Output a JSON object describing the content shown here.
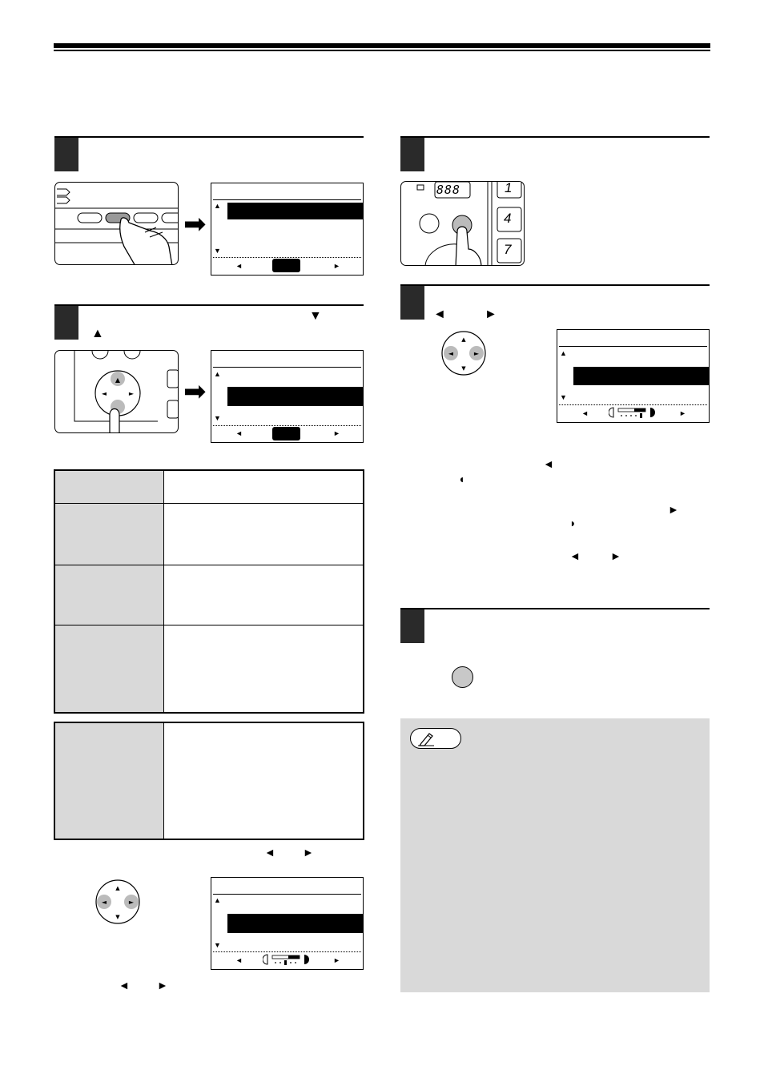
{
  "page": {
    "accent_fill": "#d9d9d9",
    "step_box_color": "#2a2a2a"
  },
  "icons": {
    "arrow_down": "▼",
    "arrow_up": "▲",
    "arrow_left": "◄",
    "arrow_right": "►",
    "right_arrow_big": "➡",
    "half_circle_left": "◖",
    "half_circle_right": "◗"
  },
  "counter_display": "888",
  "keypad_keys": [
    "1",
    "4",
    "7"
  ]
}
